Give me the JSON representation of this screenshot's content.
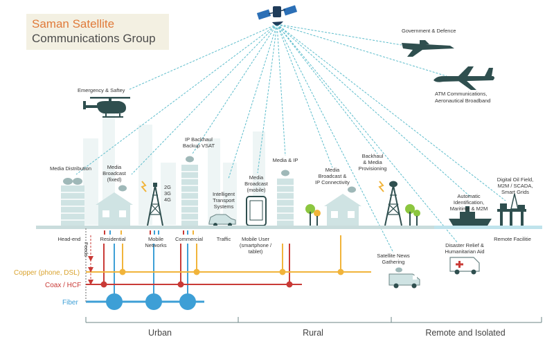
{
  "brand": {
    "line1": "Saman Satellite",
    "line2": "Communications Group"
  },
  "colors": {
    "link": "#5bbccb",
    "building": "#cfe3e3",
    "copper": "#f1b43a",
    "coax": "#c93a36",
    "fiber": "#3d9fd6",
    "ground": "#c9dcdc",
    "sea": "#bfe3ec",
    "icon": "#2f4f4f"
  },
  "labels": {
    "gov_defence": "Government & Defence",
    "atm": [
      "ATM Communications,",
      "Aeronautical Broadband"
    ],
    "emergency": "Emergency & Saftey",
    "media_distribution": "Media Distribution",
    "media_broadcast_fixed": [
      "Media",
      "Broadcast",
      "(fixed)"
    ],
    "mobile_gen": [
      "2G",
      "3G",
      "4G"
    ],
    "ip_backhaul": [
      "IP Backhaul",
      "Backup VSAT"
    ],
    "its": [
      "Intelligent",
      "Transport",
      "Systems"
    ],
    "media_broadcast_mobile": [
      "Media",
      "Broadcast",
      "(mobile)"
    ],
    "media_ip": "Media & IP",
    "media_broadcast_ip": [
      "Media",
      "Broadcast &",
      "IP Connectivity"
    ],
    "backhaul_media": [
      "Backhaul",
      "& Media",
      "Provisioning"
    ],
    "automatic_id": [
      "Automatic",
      "Identification,",
      "Maritime & M2M"
    ],
    "digital_oil": [
      "Digital Oil Field,",
      "M2M / SCADA,",
      "Smart Grids"
    ],
    "head_end": "Head-end",
    "residential": "Residential",
    "mobile_networks": [
      "Mobile",
      "Networks"
    ],
    "commercial": "Commercial",
    "traffic": "Traffic",
    "mobile_user": [
      "Mobile User",
      "(smartphone /",
      "tablet)"
    ],
    "satellite_news": [
      "Satellite News",
      "Gathering"
    ],
    "disaster_relief": [
      "Disaster Relief &",
      "Humanitarian Aid"
    ],
    "remote_facility": "Remote Facilitie",
    "feeds": "Feeds"
  },
  "cables": {
    "copper": "Copper (phone, DSL)",
    "coax": "Coax / HCF",
    "fiber": "Fiber"
  },
  "sections": {
    "urban": "Urban",
    "rural": "Rural",
    "remote": "Remote and Isolated"
  }
}
